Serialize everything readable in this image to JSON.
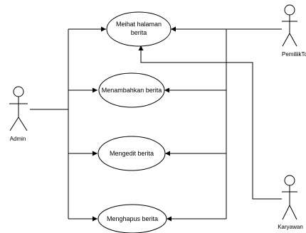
{
  "actors": {
    "admin": {
      "label": "Admin"
    },
    "pemilik_toko": {
      "label": "PemiliikTok"
    },
    "karyawan": {
      "label": "Karyawan"
    }
  },
  "use_cases": {
    "melihat": {
      "line1": "Meihat halaman",
      "line2": "berita"
    },
    "menambahkan": {
      "label": "Menambahkan berita"
    },
    "mengedit": {
      "label": "Mengedit berita"
    },
    "menghapus": {
      "label": "Menghapus berita"
    }
  },
  "colors": {
    "stroke": "#000000",
    "background": "#ffffff"
  }
}
